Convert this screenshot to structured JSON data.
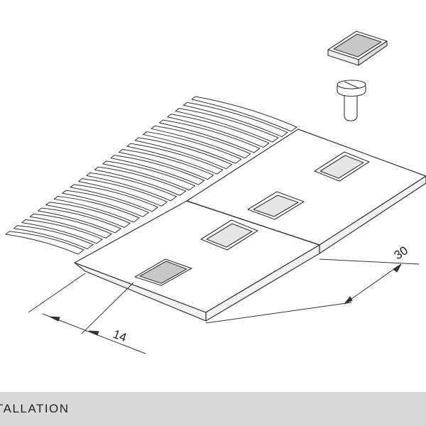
{
  "dimensions": {
    "width_label": "30",
    "offset_label": "14"
  },
  "footer": {
    "label": "TALLATION"
  },
  "colors": {
    "line": "#333333",
    "plate_fill": "#ffffff",
    "pocket_fill": "#e6e6e6",
    "insert_fill": "#c8c8c8",
    "footer_bg": "#d9d9d9"
  }
}
